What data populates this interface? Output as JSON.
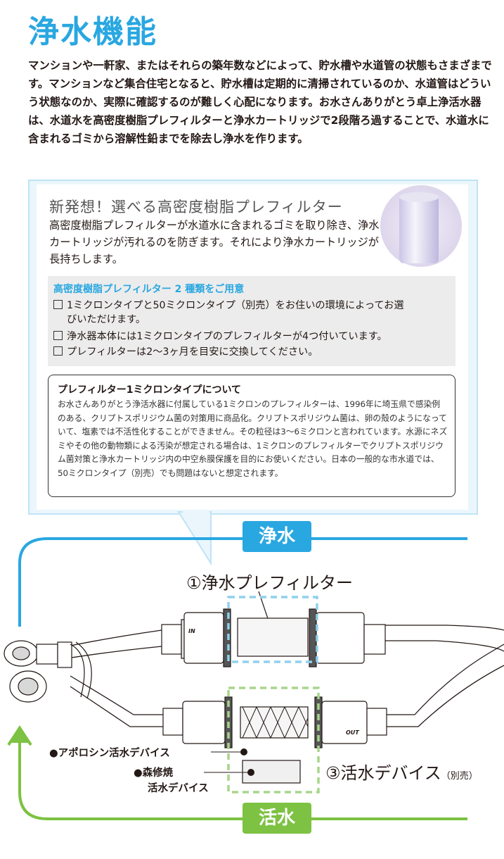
{
  "title": "浄水機能",
  "intro": "マンションや一軒家、またはそれらの築年数などによって、貯水槽や水道管の状態もさまざまです。マンションなど集合住宅となると、貯水槽は定期的に清掃されているのか、水道管はどういう状態なのか、実際に確認するのが難しく心配になります。お水さんありがとう卓上浄活水器は、水道水を高密度樹脂プレフィルターと浄水カートリッジで2段階ろ過することで、水道水に含まれるゴミから溶解性鉛までを除去し浄水を作ります。",
  "prefilter": {
    "heading": "新発想！選べる高密度樹脂プレフィルター",
    "text": "高密度樹脂プレフィルターが水道水に含まれるゴミを取り除き、浄水カートリッジが汚れるのを防ぎます。それにより浄水カートリッジが長持ちします。"
  },
  "types": {
    "heading": "高密度樹脂プレフィルター 2 種類をご用意",
    "items": [
      "1ミクロンタイプと50ミクロンタイプ（別売）をお住いの環境によってお選",
      "びいただけます。",
      "浄水器本体には1ミクロンタイプのプレフィルターが4つ付いています。",
      "プレフィルターは2〜3ヶ月を目安に交換してください。"
    ]
  },
  "about": {
    "heading": "プレフィルター1ミクロンタイプについて",
    "text": "お水さんありがとう浄活水器に付属している1ミクロンのプレフィルターは、1996年に埼玉県で感染例のある、クリプトスポリジウム菌の対策用に商品化。クリプトスポリジウム菌は、卵の殻のようになっていて、塩素では不活性化することができません。その粒径は3〜6ミクロンと言われています。水源にネズミやその他の動物類による汚染が想定される場合は、1ミクロンのプレフィルターでクリプトスポリジウム菌対策と浄水カートリッジ内の中空糸膜保護を目的にお使いください。日本の一般的な市水道では、50ミクロンタイプ（別売）でも問題はないと想定されます。"
  },
  "diagram": {
    "purify_badge": "浄水",
    "activate_badge": "活水",
    "label_prefilter": "①浄水プレフィルター",
    "label_apollosin": "●アポロシン活水デバイス",
    "label_morishu_1": "●森修焼",
    "label_morishu_2": "活水デバイス",
    "label_device": "③活水デバイス",
    "label_device_note": "（別売）",
    "in_mark": "IN",
    "out_mark": "OUT"
  },
  "colors": {
    "blue": "#29a7e1",
    "light_blue": "#8fd0ef",
    "green": "#7dc242",
    "light_green": "#a8d58b"
  }
}
